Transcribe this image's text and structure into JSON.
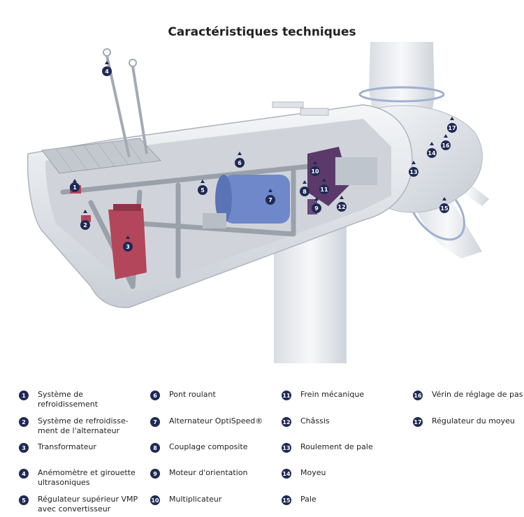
{
  "title": "Caractéristiques techniques",
  "colors": {
    "marker": "#1e2a55",
    "nacelle": "#e6e9ee",
    "frame": "#9aa1aa",
    "transformer": "#b3465a",
    "generator": "#6f88c9",
    "background": "#ffffff"
  },
  "markers": [
    {
      "n": "1"
    },
    {
      "n": "2"
    },
    {
      "n": "3"
    },
    {
      "n": "4"
    },
    {
      "n": "5"
    },
    {
      "n": "6"
    },
    {
      "n": "7"
    },
    {
      "n": "8"
    },
    {
      "n": "9"
    },
    {
      "n": "10"
    },
    {
      "n": "11"
    },
    {
      "n": "12"
    },
    {
      "n": "13"
    },
    {
      "n": "14"
    },
    {
      "n": "15"
    },
    {
      "n": "16"
    },
    {
      "n": "17"
    }
  ],
  "legend": [
    {
      "n": "1",
      "label": "Système de\nrefroidissement"
    },
    {
      "n": "2",
      "label": "Système de refroidisse-\nment de l'alternateur"
    },
    {
      "n": "3",
      "label": "Transformateur"
    },
    {
      "n": "4",
      "label": "Anémomètre et girouette\nultrasoniques"
    },
    {
      "n": "5",
      "label": "Régulateur supérieur VMP\navec convertisseur"
    },
    {
      "n": "6",
      "label": "Pont roulant"
    },
    {
      "n": "7",
      "label": "Alternateur OptiSpeed®"
    },
    {
      "n": "8",
      "label": "Couplage composite"
    },
    {
      "n": "9",
      "label": "Moteur d'orientation"
    },
    {
      "n": "10",
      "label": "Multiplicateur"
    },
    {
      "n": "11",
      "label": "Frein mécanique"
    },
    {
      "n": "12",
      "label": "Châssis"
    },
    {
      "n": "13",
      "label": "Roulement de pale"
    },
    {
      "n": "14",
      "label": "Moyeu"
    },
    {
      "n": "15",
      "label": "Pale"
    },
    {
      "n": "16",
      "label": "Vérin de réglage de pas"
    },
    {
      "n": "17",
      "label": "Régulateur du moyeu"
    }
  ]
}
